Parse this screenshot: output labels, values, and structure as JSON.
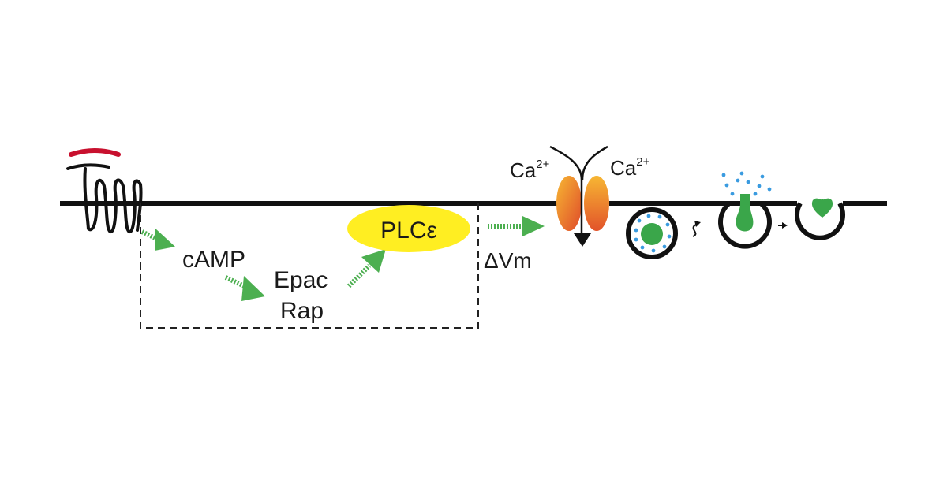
{
  "labels": {
    "camp": "cAMP",
    "epac": "Epac",
    "rap": "Rap",
    "plc": "PLCε",
    "dvm": "ΔVm",
    "ca_left": "Ca",
    "ca_left_sup": "2+",
    "ca_right": "Ca",
    "ca_right_sup": "2+"
  },
  "colors": {
    "membrane": "#111111",
    "ligand": "#c8102e",
    "arrow_green": "#4caf50",
    "plc_fill": "#ffee22",
    "vesicle_core": "#3aa64a",
    "dots_blue": "#3a9be0",
    "channel_top": "#f5a623",
    "channel_bottom": "#e2532a"
  }
}
